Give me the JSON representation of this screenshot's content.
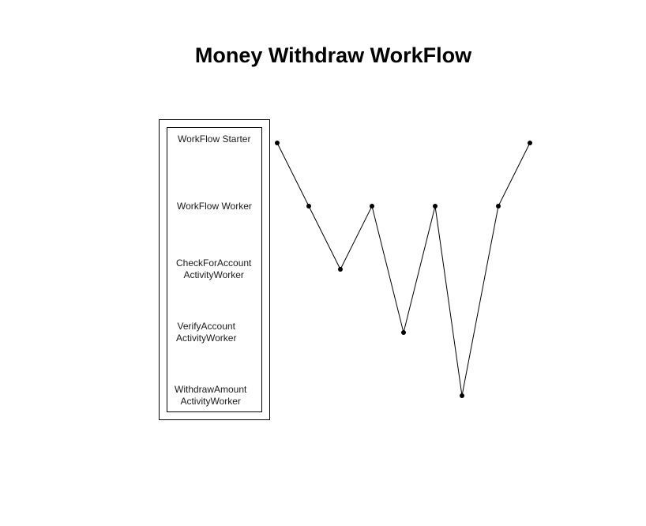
{
  "title": "Money Withdraw WorkFlow",
  "lanes": [
    {
      "lines": [
        "WorkFlow Starter"
      ]
    },
    {
      "lines": [
        "WorkFlow Worker"
      ]
    },
    {
      "lines": [
        "CheckForAccount",
        "ActivityWorker"
      ]
    },
    {
      "lines": [
        "VerifyAccount",
        "ActivityWorker"
      ]
    },
    {
      "lines": [
        "WithdrawAmount",
        "ActivityWorker"
      ]
    }
  ],
  "flow": {
    "lane_sequence": [
      0,
      1,
      2,
      1,
      3,
      1,
      4,
      1,
      0
    ],
    "line_color": "#000000",
    "point_color": "#000000"
  }
}
